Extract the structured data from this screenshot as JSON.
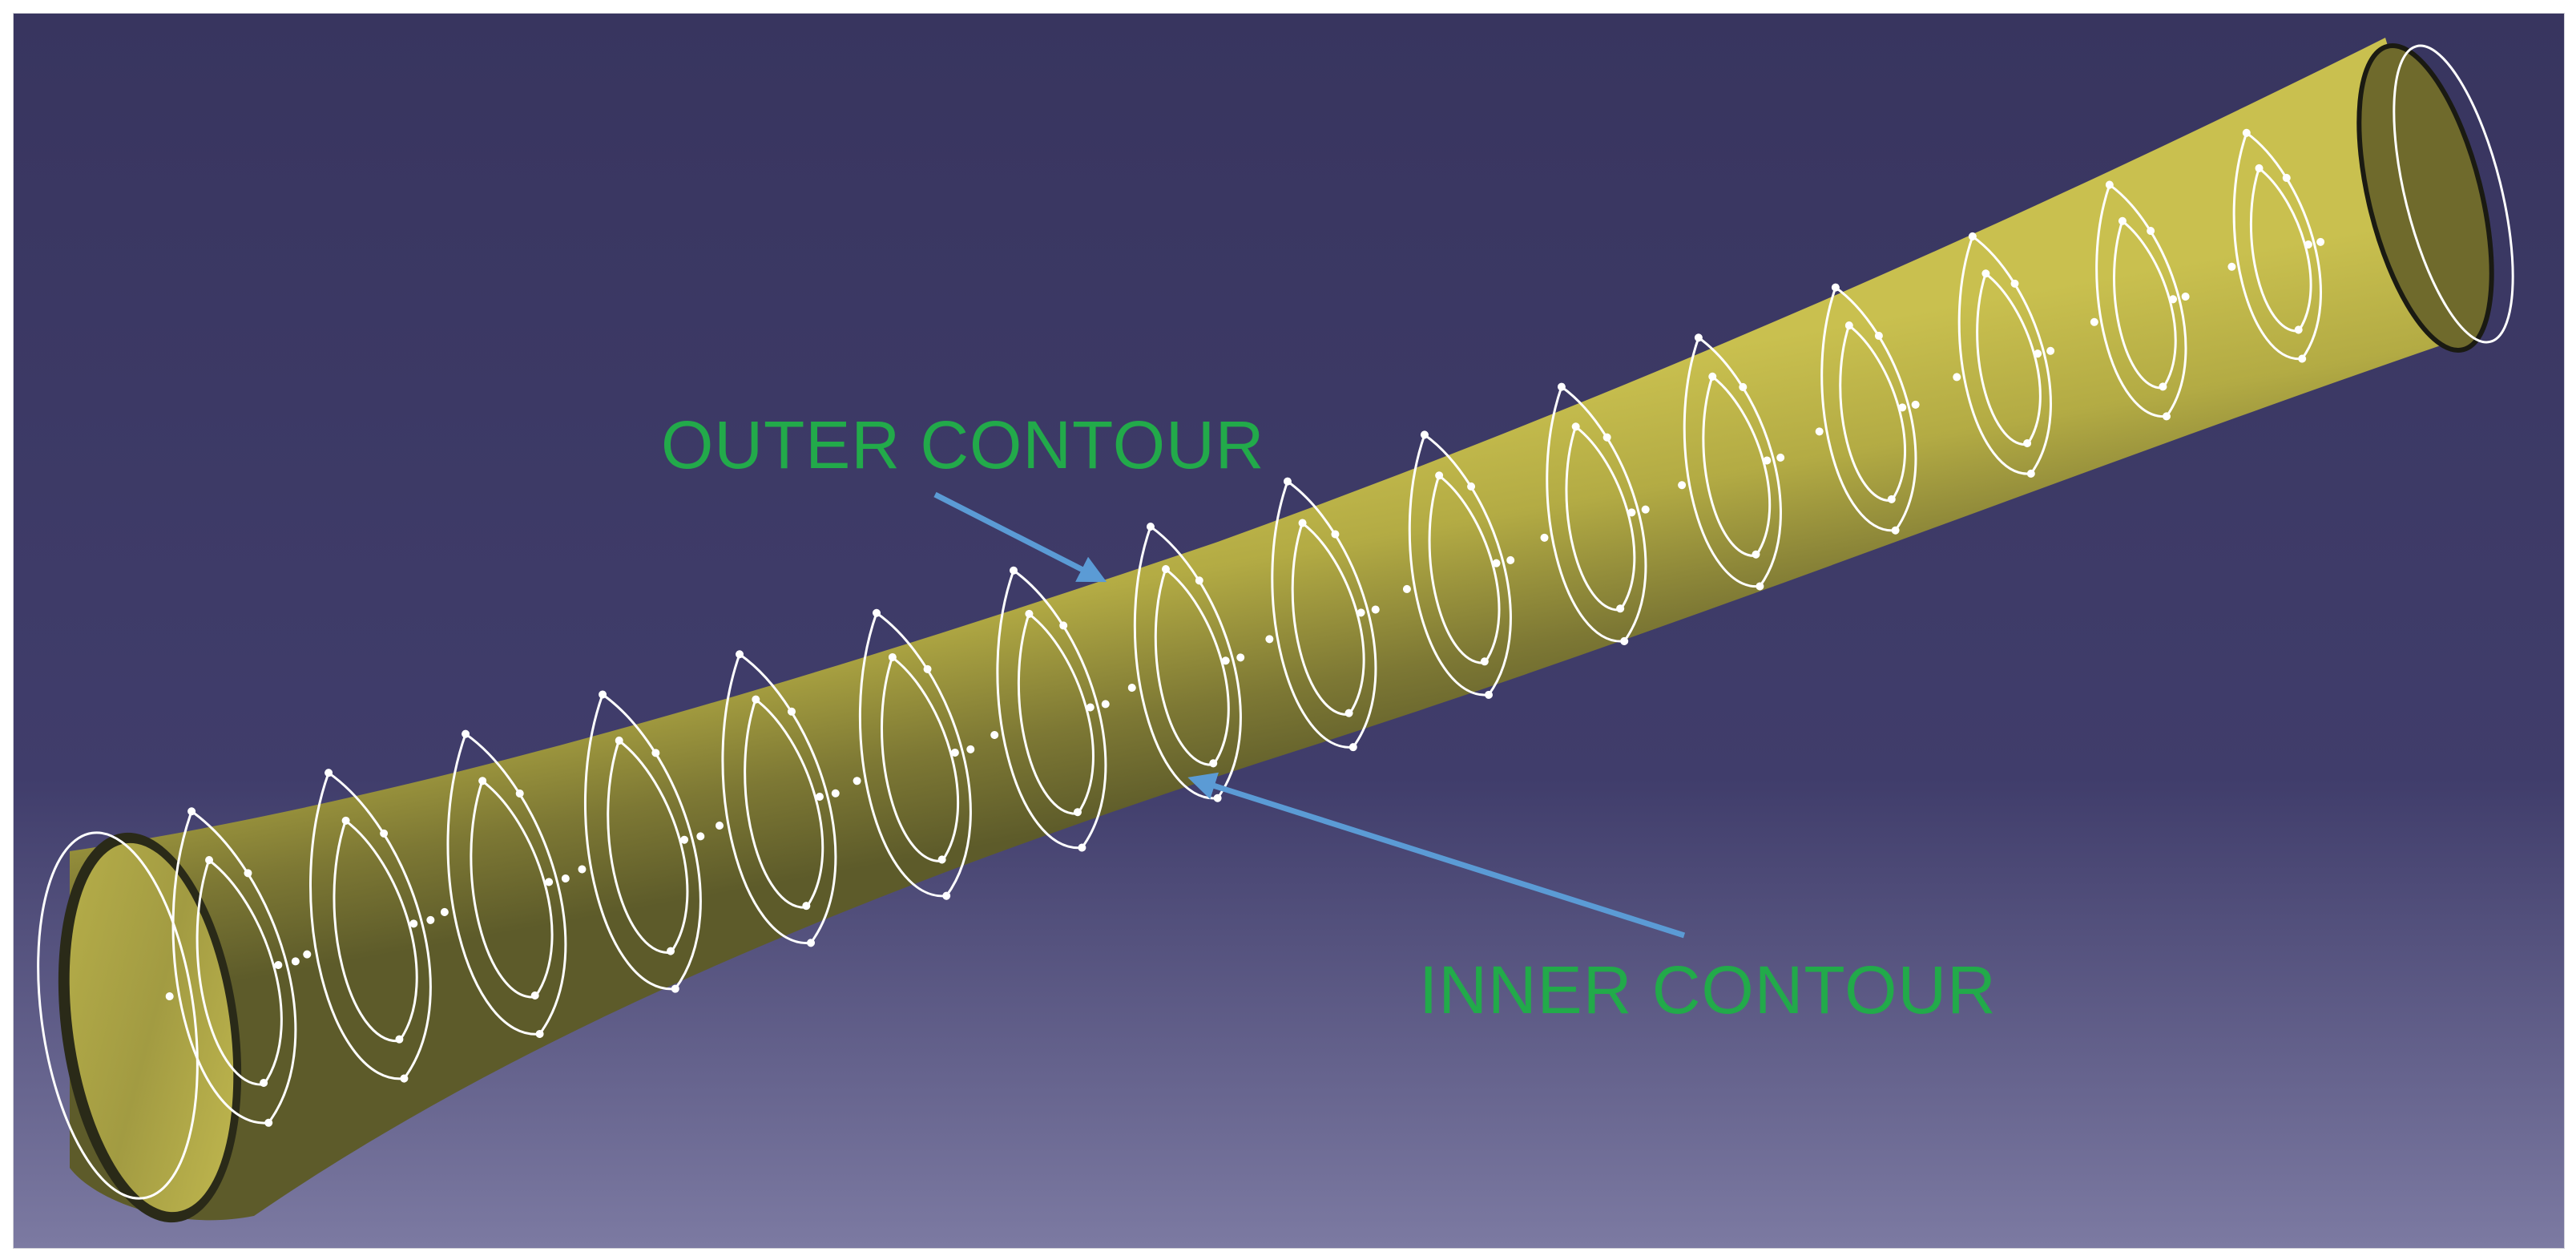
{
  "annotations": {
    "outer_contour": "OUTER CONTOUR",
    "inner_contour": "INNER CONTOUR"
  },
  "colors": {
    "background_top": "#38355f",
    "background_bottom": "#7c7aa2",
    "tube_light": "#c9c04f",
    "tube_dark": "#5d5b2a",
    "tube_end_face": "#a9a246",
    "contour_line": "#ffffff",
    "label_text": "#22aa4a",
    "arrow": "#5b9bd5",
    "end_outline": "#1a1a12"
  },
  "model": {
    "section_count": 16,
    "parts": [
      "tube-body",
      "end-face-left",
      "end-face-right",
      "outer-contour",
      "inner-contour"
    ]
  }
}
